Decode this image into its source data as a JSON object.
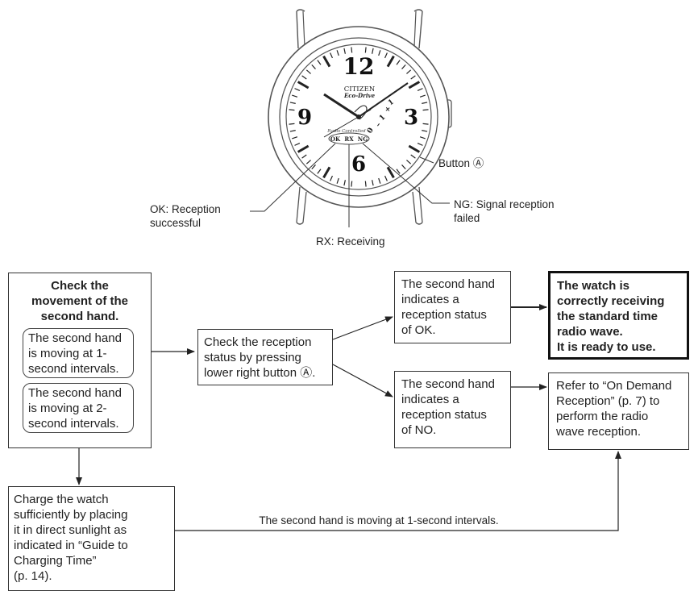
{
  "watch": {
    "brand": "CITIZEN",
    "brand_sub": "Eco-Drive",
    "dial_text": "Radio Controlled",
    "indicator_ok": "OK",
    "indicator_rx": "RX",
    "indicator_ng": "NG",
    "numerals": [
      "12",
      "3",
      "6",
      "9"
    ]
  },
  "callouts": {
    "ok": "OK: Reception\n      successful",
    "rx": "RX: Receiving",
    "ng": "NG: Signal reception\n       failed",
    "button": "Button Ⓐ"
  },
  "flow": {
    "check_title": "Check the\nmovement of the\nsecond hand.",
    "option_1sec": "The second hand\nis moving at 1-\nsecond intervals.",
    "option_2sec": "The second hand\nis moving at 2-\nsecond intervals.",
    "check_reception": "Check the reception\nstatus by pressing\nlower right button Ⓐ.",
    "status_ok": "The second hand\nindicates a\nreception status\nof OK.",
    "status_no": "The second hand\nindicates a\nreception status\nof NO.",
    "result_ready": "The watch is\ncorrectly receiving\nthe standard time\nradio wave.\nIt is ready to use.",
    "result_refer": "Refer to “On Demand\nReception” (p. 7) to\nperform the radio\nwave reception.",
    "charge": "Charge the watch\nsufficiently by placing\nit in direct sunlight as\nindicated in “Guide to\nCharging Time”\n(p. 14).",
    "loop_label": "The second hand is moving at 1-second intervals."
  }
}
